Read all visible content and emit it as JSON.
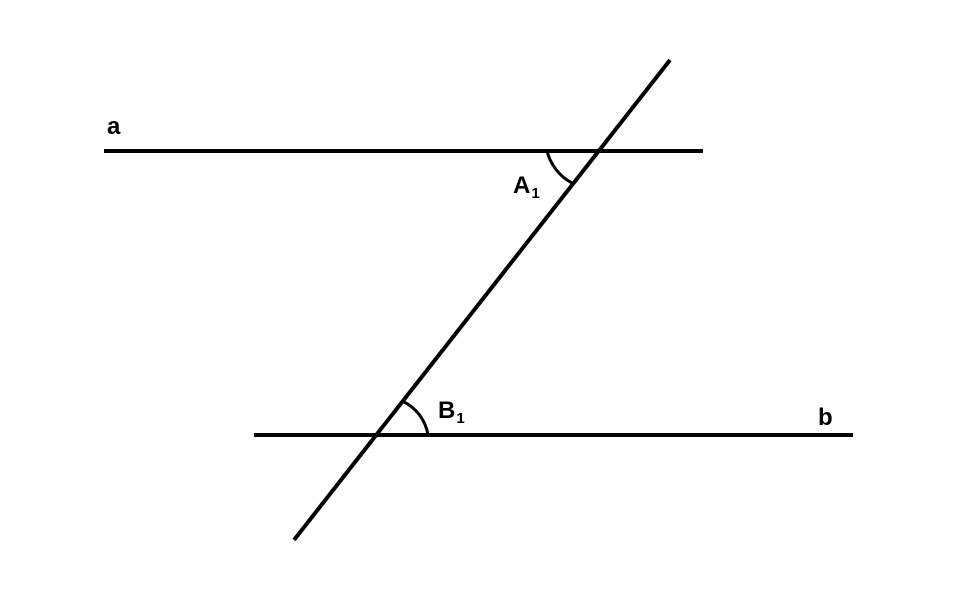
{
  "diagram": {
    "type": "parallel-lines-cut-by-transversal",
    "line_a_label": "a",
    "line_b_label": "b",
    "angle_1": {
      "letter": "A",
      "subscript": "1"
    },
    "angle_2": {
      "letter": "B",
      "subscript": "1"
    },
    "colors": {
      "stroke": "#000000",
      "background": "#ffffff"
    }
  }
}
